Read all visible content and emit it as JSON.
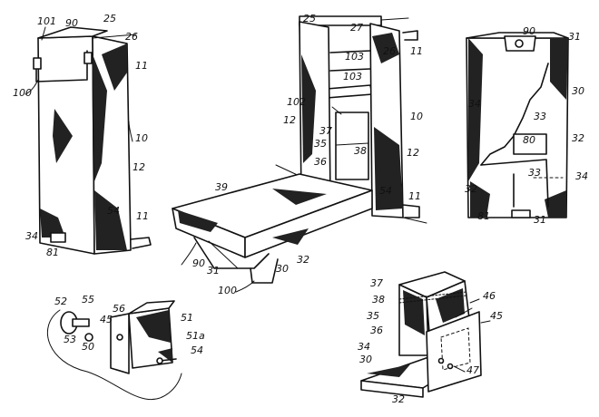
{
  "figures": {
    "left_cabinet": {
      "labels": [
        "101",
        "90",
        "25",
        "26",
        "11",
        "100",
        "10",
        "12",
        "54",
        "34",
        "81",
        "11"
      ]
    },
    "open_bed": {
      "labels": [
        "25",
        "27",
        "26",
        "11",
        "103",
        "103",
        "102",
        "12",
        "10",
        "37",
        "35",
        "38",
        "36",
        "12",
        "39",
        "54",
        "11",
        "90",
        "31",
        "30",
        "32",
        "100"
      ]
    },
    "right_cabinet": {
      "labels": [
        "90",
        "31",
        "30",
        "34",
        "33",
        "32",
        "80",
        "33",
        "34",
        "32",
        "81",
        "31"
      ]
    },
    "hinge_detail": {
      "labels": [
        "52",
        "55",
        "56",
        "53",
        "50",
        "45",
        "51",
        "51a",
        "54"
      ]
    },
    "frame_detail": {
      "labels": [
        "37",
        "38",
        "46",
        "35",
        "45",
        "36",
        "34",
        "30",
        "47",
        "32"
      ]
    }
  }
}
